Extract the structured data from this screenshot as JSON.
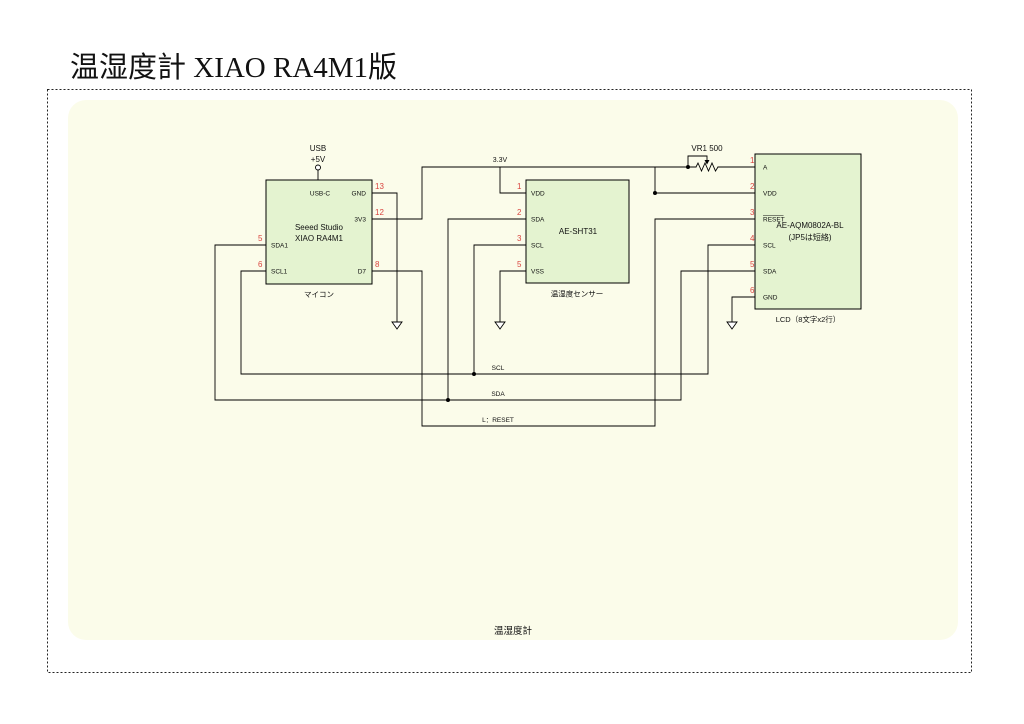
{
  "title": "温湿度計 XIAO RA4M1版",
  "sheet_caption": "温湿度計",
  "colors": {
    "sheet_fill": "#fbfcea",
    "component_fill": "#e4f3d0",
    "pin_number": "#d9443f",
    "wire": "#000000"
  },
  "power": {
    "usb_label": "USB",
    "usb_voltage": "+5V",
    "rail_label": "3.3V"
  },
  "mcu": {
    "name": [
      "Seeed Studio",
      "XIAO RA4M1"
    ],
    "caption": "マイコン",
    "pins": {
      "usb": {
        "label": "USB-C"
      },
      "gnd": {
        "label": "GND",
        "number": "13"
      },
      "v33": {
        "label": "3V3",
        "number": "12"
      },
      "d7": {
        "label": "D7",
        "number": "8"
      },
      "sda": {
        "label": "SDA1",
        "number": "5"
      },
      "scl": {
        "label": "SCL1",
        "number": "6"
      }
    }
  },
  "sensor": {
    "name": "AE-SHT31",
    "caption": "温湿度センサー",
    "pins": {
      "vdd": {
        "label": "VDD",
        "number": "1"
      },
      "sda": {
        "label": "SDA",
        "number": "2"
      },
      "scl": {
        "label": "SCL",
        "number": "3"
      },
      "vss": {
        "label": "VSS",
        "number": "5"
      }
    }
  },
  "lcd": {
    "name": [
      "AE-AQM0802A-BL",
      "(JP5は短絡)"
    ],
    "caption": "LCD（8文字x2行）",
    "pins": {
      "a": {
        "label": "A",
        "number": "1"
      },
      "vdd": {
        "label": "VDD",
        "number": "2"
      },
      "reset": {
        "label": "RESET",
        "number": "3"
      },
      "scl": {
        "label": "SCL",
        "number": "4"
      },
      "sda": {
        "label": "SDA",
        "number": "5"
      },
      "gnd": {
        "label": "GND",
        "number": "6"
      }
    }
  },
  "resistor": {
    "label": "VR1 500"
  },
  "nets": {
    "scl": "SCL",
    "sda": "SDA",
    "reset": "L：RESET"
  }
}
